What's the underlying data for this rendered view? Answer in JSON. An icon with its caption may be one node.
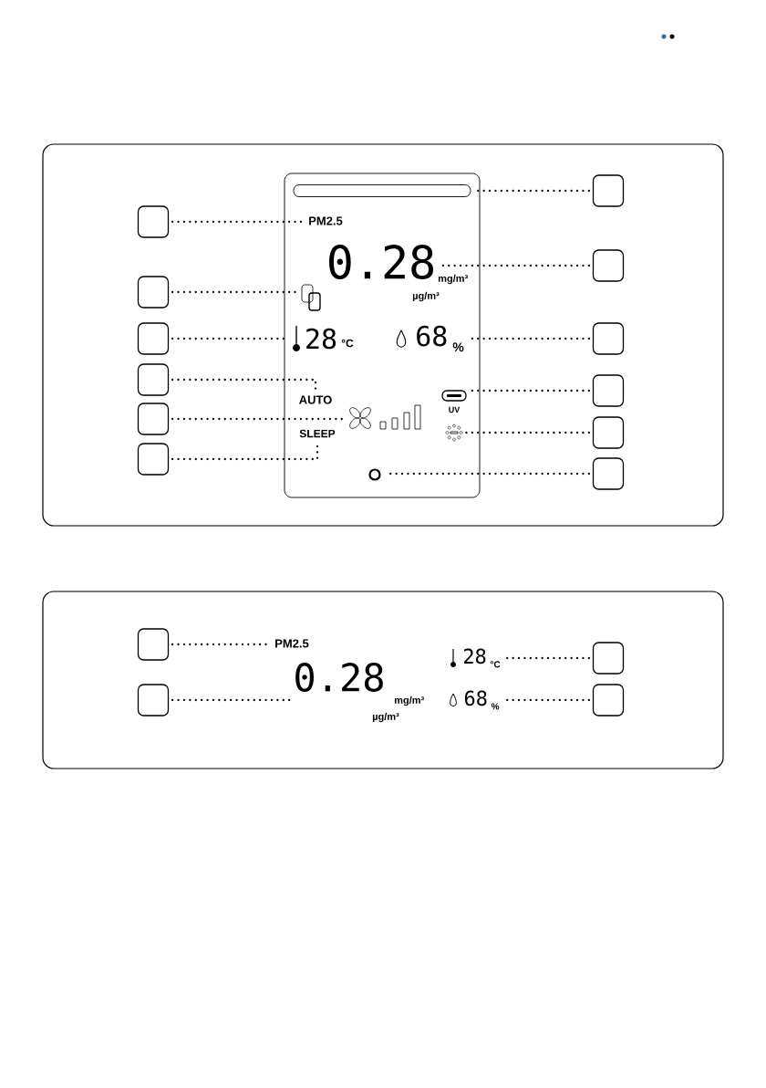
{
  "diagram": {
    "nodes": [
      {
        "text": [],
        "shape": "box"
      },
      {
        "text": [],
        "shape": "box"
      },
      {
        "text": [],
        "shape": "box"
      },
      {
        "text": [],
        "shape": "box"
      },
      {
        "text": [],
        "shape": "box"
      },
      {
        "text": [],
        "shape": "box"
      },
      {
        "text": [],
        "shape": "box"
      },
      {
        "text": [],
        "shape": "box"
      },
      {
        "text": [],
        "shape": "box"
      },
      {
        "text": [],
        "shape": "box"
      },
      {
        "text": [],
        "shape": "box"
      },
      {
        "text": [],
        "shape": "box"
      },
      {
        "text": [],
        "shape": "bar"
      },
      {
        "text": [
          "PM2.5"
        ]
      },
      {
        "text": [
          "0.28"
        ],
        "beside": [
          "mg/m³",
          "µg/m³"
        ]
      },
      {
        "text": [],
        "shape": "icon"
      },
      {
        "text": [],
        "shape": "thermometer"
      },
      {
        "text": [
          "68",
          "%"
        ]
      },
      {
        "text": [
          "AUTO"
        ]
      },
      {
        "text": [],
        "shape": "fan"
      },
      {
        "text": [
          "SLEEP"
        ]
      },
      {
        "text": [],
        "shape": "capsule",
        "beside": [
          "UV"
        ]
      },
      {
        "text": [],
        "shape": "dots"
      },
      {
        "text": [],
        "shape": "ring"
      },
      {
        "text": [],
        "shape": "box"
      },
      {
        "text": [],
        "shape": "box"
      },
      {
        "text": [],
        "shape": "box"
      },
      {
        "text": [],
        "shape": "box"
      },
      {
        "text": [
          "PM2.5"
        ]
      },
      {
        "text": [
          "0.28"
        ],
        "beside": [
          "mg/m³",
          "µg/m³"
        ]
      },
      {
        "text": [
          "28",
          "°C"
        ]
      },
      {
        "text": [
          "68",
          "%"
        ]
      }
    ],
    "edges": [
      {
        "from": 0,
        "to": 13,
        "arrow": "none"
      },
      {
        "from": 1,
        "to": 15,
        "arrow": "none"
      },
      {
        "from": 2,
        "to": 16,
        "arrow": "none"
      },
      {
        "from": 3,
        "to": 18,
        "arrow": "none"
      },
      {
        "from": 4,
        "to": 19,
        "arrow": "none"
      },
      {
        "from": 5,
        "to": 20,
        "arrow": "none"
      },
      {
        "from": 6,
        "to": 12,
        "arrow": "none"
      },
      {
        "from": 7,
        "to": 14,
        "arrow": "none"
      },
      {
        "from": 8,
        "to": 17,
        "arrow": "none"
      },
      {
        "from": 9,
        "to": 21,
        "arrow": "none"
      },
      {
        "from": 10,
        "to": 22,
        "arrow": "none"
      },
      {
        "from": 11,
        "to": 23,
        "arrow": "none"
      },
      {
        "from": 24,
        "to": 28,
        "arrow": "none"
      },
      {
        "from": 25,
        "to": 29,
        "arrow": "none"
      },
      {
        "from": 26,
        "to": 30,
        "arrow": "none"
      },
      {
        "from": 27,
        "to": 31,
        "arrow": "none"
      }
    ],
    "labels": [
      "28",
      "°C"
    ]
  }
}
